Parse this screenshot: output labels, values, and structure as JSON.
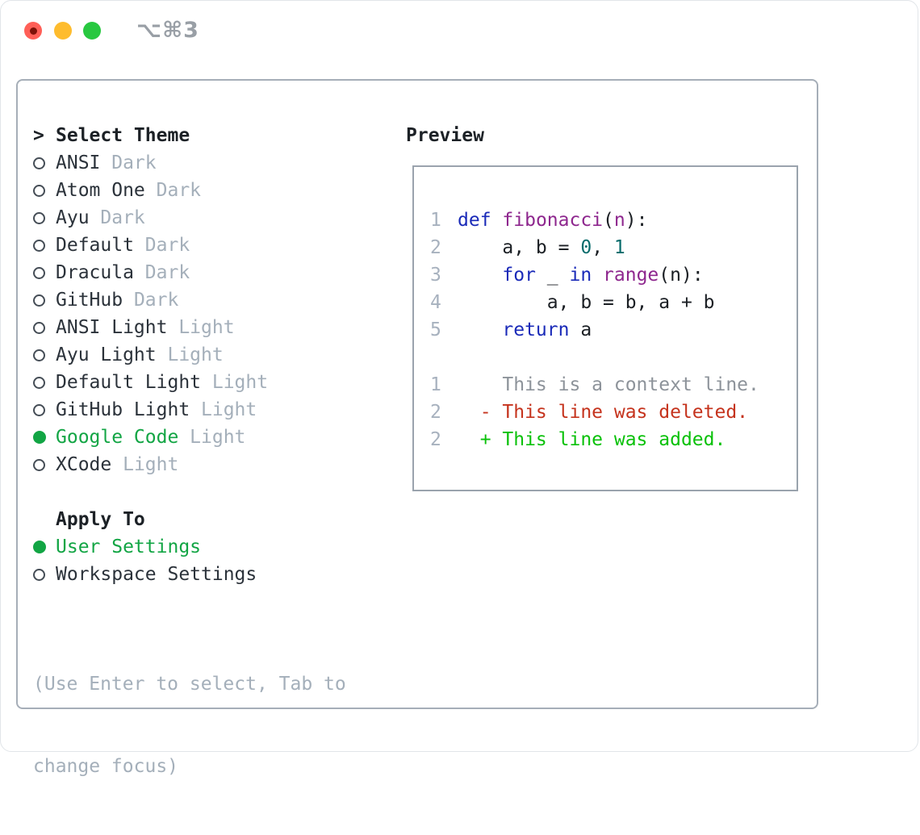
{
  "titlebar": {
    "shortcut": "⌥⌘3",
    "buttons": [
      {
        "name": "close",
        "color": "#ff5f57"
      },
      {
        "name": "minimize",
        "color": "#febc2e"
      },
      {
        "name": "zoom",
        "color": "#28c840"
      }
    ]
  },
  "theme_panel": {
    "prompt": ">",
    "title": "Select Theme",
    "themes": [
      {
        "name": "ANSI",
        "variant": "Dark",
        "selected": false
      },
      {
        "name": "Atom One",
        "variant": "Dark",
        "selected": false
      },
      {
        "name": "Ayu",
        "variant": "Dark",
        "selected": false
      },
      {
        "name": "Default",
        "variant": "Dark",
        "selected": false
      },
      {
        "name": "Dracula",
        "variant": "Dark",
        "selected": false
      },
      {
        "name": "GitHub",
        "variant": "Dark",
        "selected": false
      },
      {
        "name": "ANSI Light",
        "variant": "Light",
        "selected": false
      },
      {
        "name": "Ayu Light",
        "variant": "Light",
        "selected": false
      },
      {
        "name": "Default Light",
        "variant": "Light",
        "selected": false
      },
      {
        "name": "GitHub Light",
        "variant": "Light",
        "selected": false
      },
      {
        "name": "Google Code",
        "variant": "Light",
        "selected": true
      },
      {
        "name": "XCode",
        "variant": "Light",
        "selected": false
      }
    ],
    "apply_to": {
      "label": "Apply To",
      "options": [
        {
          "name": "User Settings",
          "selected": true
        },
        {
          "name": "Workspace Settings",
          "selected": false
        }
      ]
    },
    "help": [
      "(Use Enter to select, Tab to",
      "change focus)"
    ]
  },
  "preview": {
    "title": "Preview",
    "lines": [
      {
        "ln": "1",
        "tokens": [
          {
            "text": "def",
            "style": "kw"
          },
          {
            "text": " ",
            "style": "pln"
          },
          {
            "text": "fibonacci",
            "style": "fn"
          },
          {
            "text": "(",
            "style": "pln"
          },
          {
            "text": "n",
            "style": "fn"
          },
          {
            "text": "):",
            "style": "pln"
          }
        ]
      },
      {
        "ln": "2",
        "tokens": [
          {
            "text": "    a, b = ",
            "style": "pln"
          },
          {
            "text": "0",
            "style": "lit"
          },
          {
            "text": ", ",
            "style": "pln"
          },
          {
            "text": "1",
            "style": "lit"
          }
        ]
      },
      {
        "ln": "3",
        "tokens": [
          {
            "text": "    ",
            "style": "pln"
          },
          {
            "text": "for",
            "style": "kw"
          },
          {
            "text": " _ ",
            "style": "pln"
          },
          {
            "text": "in",
            "style": "kw"
          },
          {
            "text": " ",
            "style": "pln"
          },
          {
            "text": "range",
            "style": "fn"
          },
          {
            "text": "(n):",
            "style": "pln"
          }
        ]
      },
      {
        "ln": "4",
        "tokens": [
          {
            "text": "        a, b = b, a + b",
            "style": "pln"
          }
        ]
      },
      {
        "ln": "5",
        "tokens": [
          {
            "text": "    ",
            "style": "pln"
          },
          {
            "text": "return",
            "style": "kw"
          },
          {
            "text": " a",
            "style": "pln"
          }
        ]
      },
      {
        "ln": "",
        "tokens": []
      },
      {
        "ln": "1",
        "tokens": [
          {
            "text": "    This is a context line.",
            "style": "ctx"
          }
        ]
      },
      {
        "ln": "2",
        "tokens": [
          {
            "text": "  - This line was deleted.",
            "style": "del"
          }
        ]
      },
      {
        "ln": "2",
        "tokens": [
          {
            "text": "  + This line was added.",
            "style": "add"
          }
        ]
      }
    ]
  },
  "colors": {
    "accent-green": "#12a544",
    "muted": "#a4afba",
    "text-dark": "#2b323a",
    "heading": "#1c2126",
    "code-kw": "#1a2ab8",
    "code-fn": "#8e278e",
    "code-lit": "#096c6c",
    "code-pln": "#1b1f24",
    "ln": "#a7b1be",
    "diff-ctx": "#8d939a",
    "diff-del": "#c5331d",
    "diff-add": "#09c109",
    "tl-red": "#ff5f57",
    "tl-yellow": "#febc2e",
    "tl-green": "#28c840"
  }
}
